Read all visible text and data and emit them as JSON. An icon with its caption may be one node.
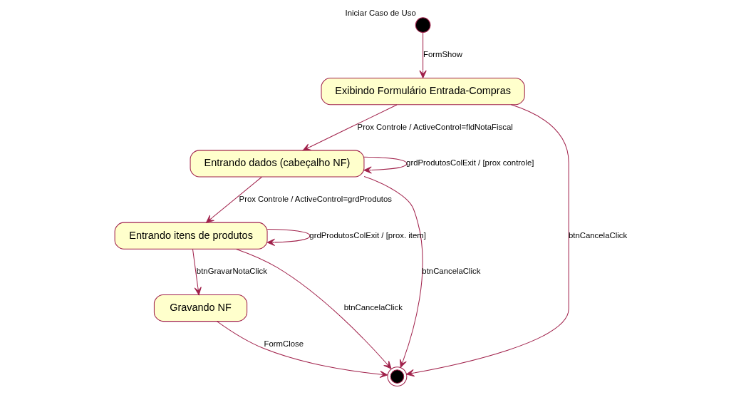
{
  "diagram": {
    "nodes": [
      {
        "text": [],
        "shape": "circle",
        "beside": [
          "Iniciar Caso de Uso"
        ]
      },
      {
        "text": [
          "Exibindo Formulário Entrada-Compras"
        ]
      },
      {
        "text": [
          "Entrando dados (cabeçalho NF)"
        ]
      },
      {
        "text": [
          "Entrando itens de produtos"
        ]
      },
      {
        "text": [
          "Gravando NF"
        ]
      },
      {
        "text": [],
        "shape": "bullseye"
      }
    ],
    "edges": [
      {
        "from": 0,
        "to": 1,
        "arrow": "to",
        "label": "FormShow"
      },
      {
        "from": 1,
        "to": 2,
        "arrow": "to",
        "label": "Prox Controle / ActiveControl=fldNotaFiscal"
      },
      {
        "from": 2,
        "to": 2,
        "arrow": "to",
        "label": "grdProdutosColExit / [prox controle]"
      },
      {
        "from": 1,
        "to": 5,
        "arrow": "to",
        "label": "btnCancelaClick"
      },
      {
        "from": 2,
        "to": 3,
        "arrow": "to",
        "label": "Prox Controle / ActiveControl=grdProdutos"
      },
      {
        "from": 3,
        "to": 3,
        "arrow": "to",
        "label": "grdProdutosColExit / [prox. item]"
      },
      {
        "from": 2,
        "to": 5,
        "arrow": "to",
        "label": "btnCancelaClick"
      },
      {
        "from": 3,
        "to": 5,
        "arrow": "to",
        "label": "btnCancelaClick"
      },
      {
        "from": 3,
        "to": 4,
        "arrow": "to",
        "label": "btnGravarNotaClick"
      },
      {
        "from": 4,
        "to": 5,
        "arrow": "to",
        "label": "FormClose"
      }
    ]
  }
}
